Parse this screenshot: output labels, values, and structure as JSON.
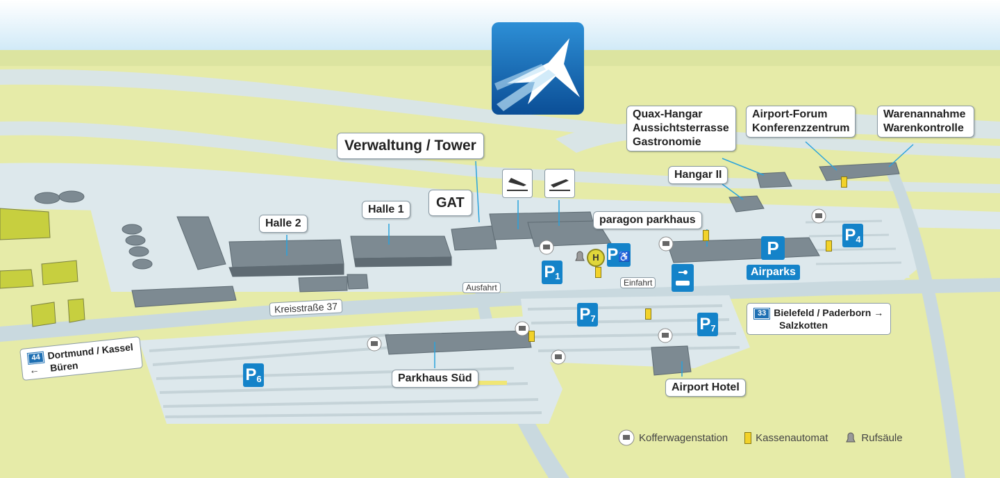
{
  "logo": {
    "name": "airport-logo"
  },
  "buildings": {
    "verwaltung": "Verwaltung / Tower",
    "halle2": "Halle 2",
    "halle1": "Halle 1",
    "gat": "GAT",
    "quax": "Quax-Hangar\nAussichtsterrasse\nGastronomie",
    "forum": "Airport-Forum\nKonferenzzentrum",
    "waren": "Warenannahme\nWarenkontrolle",
    "hangar2": "Hangar II",
    "paragon": "paragon parkhaus",
    "airparks": "Airparks",
    "parkhaus_sued": "Parkhaus Süd",
    "hotel": "Airport Hotel"
  },
  "roads": {
    "kreisstrasse": "Kreisstraße 37",
    "ausfahrt": "Ausfahrt",
    "einfahrt": "Einfahrt"
  },
  "parking": {
    "p1": {
      "letter": "P",
      "num": "1"
    },
    "p4": {
      "letter": "P",
      "num": "4"
    },
    "p6": {
      "letter": "P",
      "num": "6"
    },
    "p7a": {
      "letter": "P",
      "num": "7"
    },
    "p7b": {
      "letter": "P",
      "num": "7"
    },
    "p_disabled": {
      "letter": "P"
    },
    "p_airparks": {
      "letter": "P"
    }
  },
  "directions": {
    "west": {
      "route": "44",
      "line1": "Dortmund / Kassel",
      "line2": "Büren",
      "arrow": "←"
    },
    "east": {
      "route": "33",
      "line1": "Bielefeld / Paderborn",
      "line2": "Salzkotten",
      "arrow": "→"
    }
  },
  "bus_stop": "H",
  "legend": {
    "luggage": "Kofferwagenstation",
    "kasse": "Kassenautomat",
    "ruf": "Rufsäule"
  },
  "colors": {
    "sky": "#dff0fa",
    "land": "#e6eba8",
    "road": "#dde8ec",
    "building": "#7d8a92",
    "accent": "#1483c9"
  }
}
